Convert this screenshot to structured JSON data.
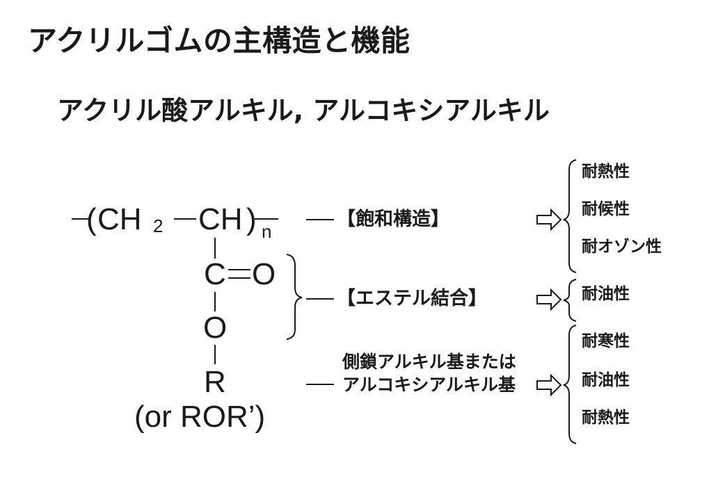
{
  "title": "アクリルゴムの主構造と機能",
  "subtitle": "アクリル酸アルキル, アルコキシアルキル",
  "formula": {
    "ch2": "CH",
    "ch2_sub": "2",
    "ch": "CH",
    "n": "n",
    "carbon": "C",
    "oxygen_double": "O",
    "oxygen": "O",
    "r": "R",
    "r_alt": "(or ROR’)"
  },
  "features": {
    "saturated": "【飽和構造】",
    "ester": "【エステル結合】",
    "sidechain_line1": "側鎖アルキル基または",
    "sidechain_line2": "アルコキシアルキル基"
  },
  "properties": {
    "group1": [
      "耐熱性",
      "耐候性",
      "耐オゾン性"
    ],
    "group2": [
      "耐油性"
    ],
    "group3": [
      "耐寒性",
      "耐油性",
      "耐熱性"
    ]
  }
}
